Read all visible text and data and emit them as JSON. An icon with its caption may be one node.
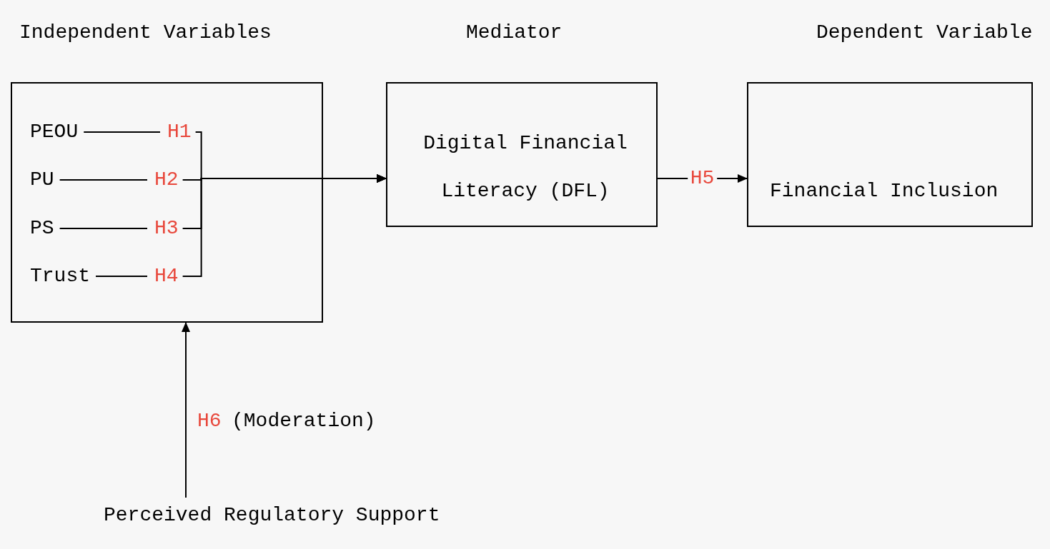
{
  "diagram": {
    "nodes": [
      {
        "text": [
          "Independent Variables"
        ]
      },
      {
        "text": [
          "PEOU"
        ],
        "in": 0
      },
      {
        "text": [
          "H1"
        ],
        "in": 0
      },
      {
        "text": [
          "PU"
        ],
        "in": 0
      },
      {
        "text": [
          "H2"
        ],
        "in": 0
      },
      {
        "text": [
          "PS"
        ],
        "in": 0
      },
      {
        "text": [
          "H3"
        ],
        "in": 0
      },
      {
        "text": [
          "Trust"
        ],
        "in": 0
      },
      {
        "text": [
          "H4"
        ],
        "in": 0
      },
      {
        "text": [
          "Mediator",
          "Digital Financial Literacy (DFL)"
        ]
      },
      {
        "text": [
          "Dependent Variable",
          "Financial Inclusion"
        ]
      },
      {
        "text": [
          "Perceived Regulatory Support"
        ]
      }
    ],
    "edges": [
      {
        "from": 1,
        "to": 2,
        "arrow": "none"
      },
      {
        "from": 3,
        "to": 4,
        "arrow": "none"
      },
      {
        "from": 5,
        "to": 6,
        "arrow": "none"
      },
      {
        "from": 7,
        "to": 8,
        "arrow": "none"
      },
      {
        "from": 2,
        "to": 9,
        "arrow": "to"
      },
      {
        "from": 4,
        "to": 9,
        "arrow": "to"
      },
      {
        "from": 6,
        "to": 9,
        "arrow": "to"
      },
      {
        "from": 8,
        "to": 9,
        "arrow": "to"
      },
      {
        "from": 9,
        "to": 10,
        "arrow": "to",
        "label": "H5"
      },
      {
        "from": 11,
        "to": 0,
        "arrow": "to",
        "label": "H6"
      }
    ],
    "labels": [
      "(Moderation)"
    ]
  }
}
